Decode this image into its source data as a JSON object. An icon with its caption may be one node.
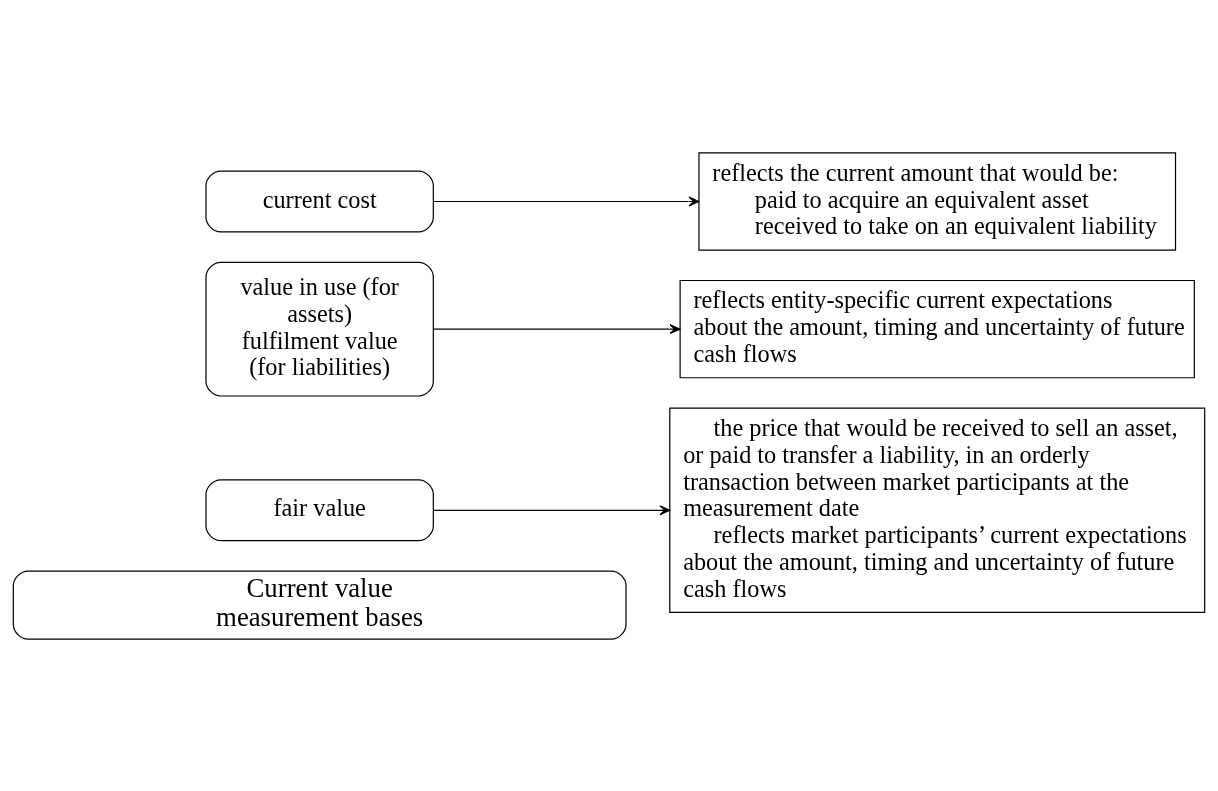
{
  "diagram": {
    "nodes": [
      {
        "text": [
          "Current value measurement bases"
        ]
      },
      {
        "text": [
          "fair value"
        ]
      },
      {
        "text": [
          "the price that would be received to sell an asset, or paid to transfer a liability, in an orderly transaction between market participants at the measurement date",
          "reflects market participants’ current expectations about the amount, timing and uncertainty of future cash flows"
        ]
      },
      {
        "text": [
          "value in use (for assets)",
          "fulfilment value (for liabilities)"
        ]
      },
      {
        "text": [
          "reflects entity-specific current expectations about the amount, timing and uncertainty of future cash flows"
        ]
      },
      {
        "text": [
          "current cost"
        ]
      },
      {
        "text": [
          "reflects the current amount that would be:",
          "paid to acquire an equivalent asset",
          "received to take on an equivalent liability"
        ]
      }
    ],
    "edges": [
      {
        "from": 1,
        "to": 2,
        "arrow": "to"
      },
      {
        "from": 3,
        "to": 4,
        "arrow": "to"
      },
      {
        "from": 5,
        "to": 6,
        "arrow": "to"
      }
    ]
  }
}
